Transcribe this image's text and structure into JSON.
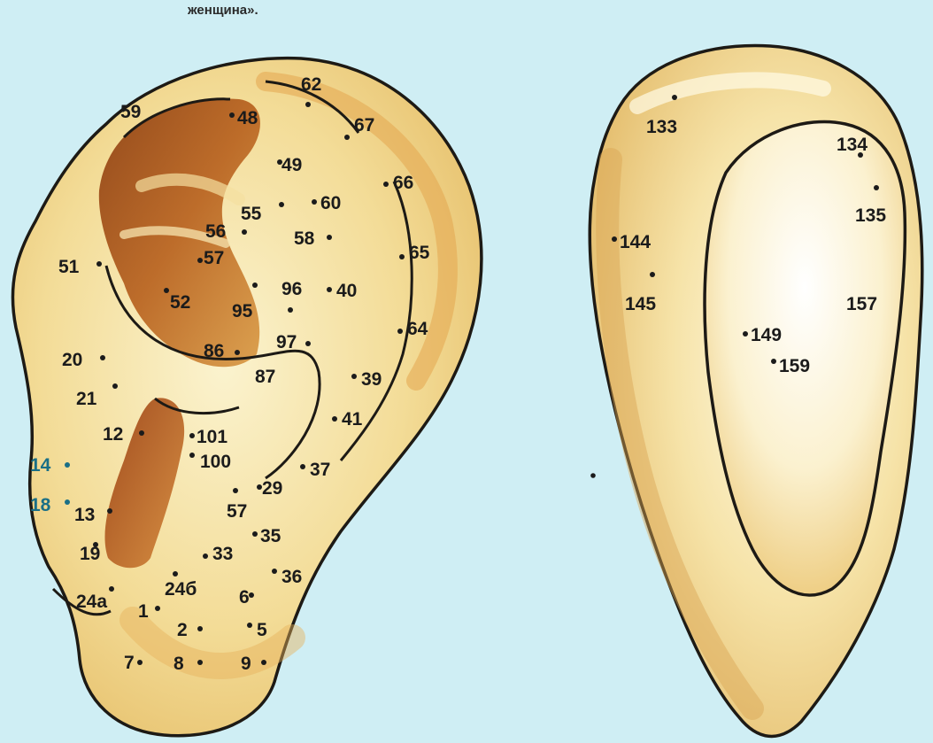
{
  "caption": "женщина».",
  "front_ear": {
    "points": [
      {
        "id": "p59",
        "label": "59"
      },
      {
        "id": "p48",
        "label": "48"
      },
      {
        "id": "p62",
        "label": "62"
      },
      {
        "id": "p67",
        "label": "67"
      },
      {
        "id": "p49",
        "label": "49"
      },
      {
        "id": "p66",
        "label": "66"
      },
      {
        "id": "p55",
        "label": "55"
      },
      {
        "id": "p60",
        "label": "60"
      },
      {
        "id": "p56",
        "label": "56"
      },
      {
        "id": "p58",
        "label": "58"
      },
      {
        "id": "p65",
        "label": "65"
      },
      {
        "id": "p51",
        "label": "51"
      },
      {
        "id": "p57a",
        "label": "57"
      },
      {
        "id": "p52",
        "label": "52"
      },
      {
        "id": "p95",
        "label": "95"
      },
      {
        "id": "p96",
        "label": "96"
      },
      {
        "id": "p40",
        "label": "40"
      },
      {
        "id": "p64",
        "label": "64"
      },
      {
        "id": "p20",
        "label": "20"
      },
      {
        "id": "p86",
        "label": "86"
      },
      {
        "id": "p97",
        "label": "97"
      },
      {
        "id": "p87",
        "label": "87"
      },
      {
        "id": "p39",
        "label": "39"
      },
      {
        "id": "p21",
        "label": "21"
      },
      {
        "id": "p41",
        "label": "41"
      },
      {
        "id": "p12",
        "label": "12"
      },
      {
        "id": "p101",
        "label": "101"
      },
      {
        "id": "p100",
        "label": "100"
      },
      {
        "id": "p37",
        "label": "37"
      },
      {
        "id": "p14",
        "label": "14"
      },
      {
        "id": "p29",
        "label": "29"
      },
      {
        "id": "p18",
        "label": "18"
      },
      {
        "id": "p13",
        "label": "13"
      },
      {
        "id": "p57b",
        "label": "57"
      },
      {
        "id": "p35",
        "label": "35"
      },
      {
        "id": "p19",
        "label": "19"
      },
      {
        "id": "p33",
        "label": "33"
      },
      {
        "id": "p36",
        "label": "36"
      },
      {
        "id": "p24b",
        "label": "24б"
      },
      {
        "id": "p24a",
        "label": "24а"
      },
      {
        "id": "p6",
        "label": "6"
      },
      {
        "id": "p1",
        "label": "1"
      },
      {
        "id": "p2",
        "label": "2"
      },
      {
        "id": "p5",
        "label": "5"
      },
      {
        "id": "p7",
        "label": "7"
      },
      {
        "id": "p8",
        "label": "8"
      },
      {
        "id": "p9",
        "label": "9"
      }
    ]
  },
  "back_ear": {
    "points": [
      {
        "id": "p133",
        "label": "133"
      },
      {
        "id": "p134",
        "label": "134"
      },
      {
        "id": "p135",
        "label": "135"
      },
      {
        "id": "p144",
        "label": "144"
      },
      {
        "id": "p145",
        "label": "145"
      },
      {
        "id": "p157",
        "label": "157"
      },
      {
        "id": "p149",
        "label": "149"
      },
      {
        "id": "p159",
        "label": "159"
      }
    ]
  },
  "colors": {
    "background": "#cfeef4",
    "skin_light": "#fbf2c8",
    "skin_mid": "#eecf83",
    "skin_dark": "#b65a1c",
    "outline": "#1d1a15",
    "label": "#1b1b1b",
    "label_blue": "#1a6f86"
  }
}
